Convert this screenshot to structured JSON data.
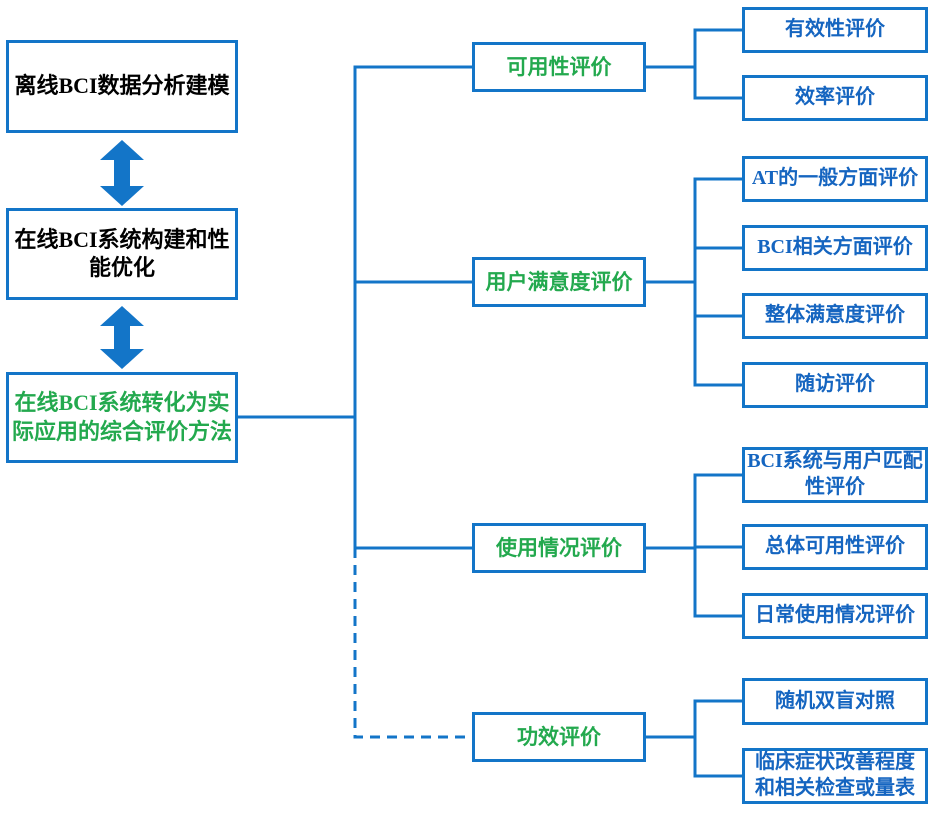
{
  "colors": {
    "line_blue": "#1375C8",
    "text_blue": "#1565C0",
    "green": "#23A94E",
    "black_text": "#000000"
  },
  "left_flow": {
    "box1": "离线BCI数据分析建模",
    "box2": "在线BCI系统构建和性能优化",
    "box3": "在线BCI系统转化为实际应用的综合评价方法",
    "arrow_icon": "double-headed-vertical-arrow"
  },
  "tree": {
    "groups": [
      {
        "label": "可用性评价",
        "connector": "solid",
        "children": [
          "有效性评价",
          "效率评价"
        ]
      },
      {
        "label": "用户满意度评价",
        "connector": "solid",
        "children": [
          "AT的一般方面评价",
          "BCI相关方面评价",
          "整体满意度评价",
          "随访评价"
        ]
      },
      {
        "label": "使用情况评价",
        "connector": "solid",
        "children": [
          "BCI系统与用户匹配性评价",
          "总体可用性评价",
          "日常使用情况评价"
        ]
      },
      {
        "label": "功效评价",
        "connector": "dashed",
        "children": [
          "随机双盲对照",
          "临床症状改善程度和相关检查或量表"
        ]
      }
    ]
  }
}
